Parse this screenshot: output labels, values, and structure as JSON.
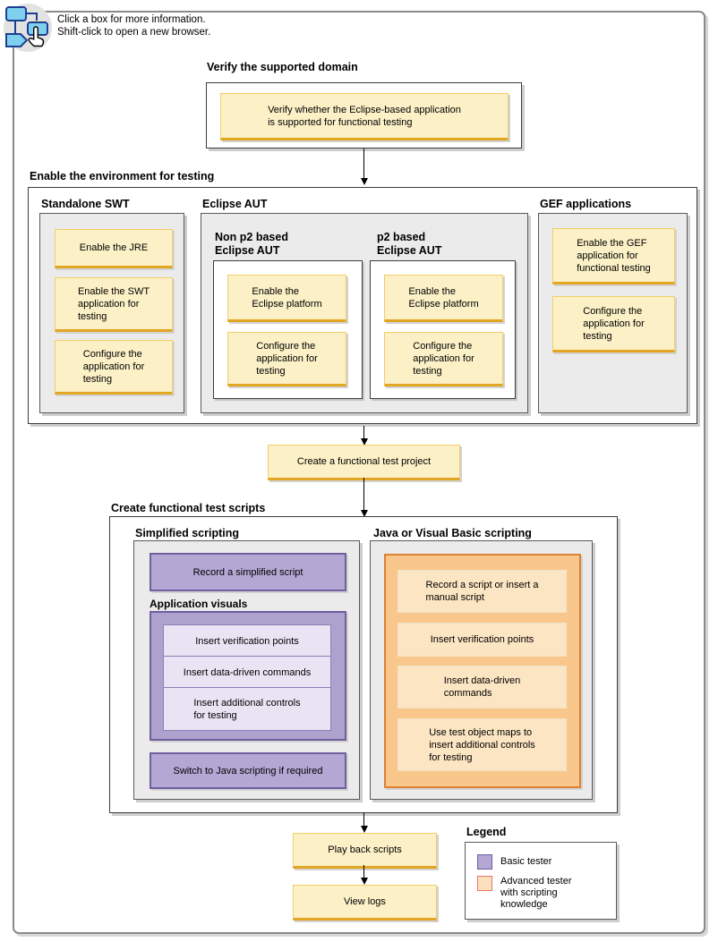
{
  "note": "Click a box for more information.\nShift-click to open a new browser.",
  "verify": {
    "title": "Verify the supported domain",
    "box": "Verify whether the Eclipse-based application\nis supported for functional testing"
  },
  "environment": {
    "title": "Enable the environment for testing",
    "standalone": {
      "title": "Standalone SWT",
      "boxes": [
        "Enable the JRE",
        "Enable the SWT\napplication for\ntesting",
        "Configure the\napplication for\ntesting"
      ]
    },
    "eclipse": {
      "title": "Eclipse AUT",
      "groups": [
        {
          "title": "Non p2 based\nEclipse AUT",
          "boxes": [
            "Enable the\nEclipse platform",
            "Configure the\napplication for\ntesting"
          ]
        },
        {
          "title": "p2 based\nEclipse AUT",
          "boxes": [
            "Enable the\nEclipse platform",
            "Configure the\napplication for\ntesting"
          ]
        }
      ]
    },
    "gef": {
      "title": "GEF applications",
      "boxes": [
        "Enable the GEF\napplication for\nfunctional testing",
        "Configure the\napplication for\ntesting"
      ]
    }
  },
  "create_project": "Create a functional test project",
  "scripts": {
    "title": "Create functional test scripts",
    "simplified": {
      "title": "Simplified scripting",
      "record": "Record a simplified script",
      "visuals_title": "Application visuals",
      "visual_boxes": [
        "Insert verification points",
        "Insert data-driven commands",
        "Insert additional controls\nfor testing"
      ],
      "switch": "Switch to Java scripting if required"
    },
    "java": {
      "title": "Java or Visual Basic scripting",
      "boxes": [
        "Record a script or insert a\nmanual script",
        "Insert verification points",
        "Insert data-driven\ncommands",
        "Use test object maps to\ninsert additional controls\nfor testing"
      ]
    }
  },
  "playback": "Play back scripts",
  "view_logs": "View logs",
  "legend": {
    "title": "Legend",
    "items": [
      {
        "label": "Basic tester",
        "color": "#b4a7d3"
      },
      {
        "label": "Advanced tester\nwith scripting\nknowledge",
        "color": "#fce0be"
      }
    ]
  },
  "colors": {
    "task_fill": "#fbf0c6",
    "task_border": "#f2ce68",
    "task_border_bottom": "#e2a622",
    "basic_fill": "#b4a7d3",
    "basic_border": "#6f5f9e",
    "basic_light_fill": "#e9e3f3",
    "advanced_fill": "#f9c78c",
    "advanced_border": "#dd8134",
    "advanced_light_fill": "#fce5c2",
    "group_fill": "#ebebeb",
    "frame_border": "#8a8a8a",
    "legend_advanced_border": "#e8776a",
    "icon_cyan": "#7ed0ee",
    "icon_blue": "#1c3f94"
  }
}
